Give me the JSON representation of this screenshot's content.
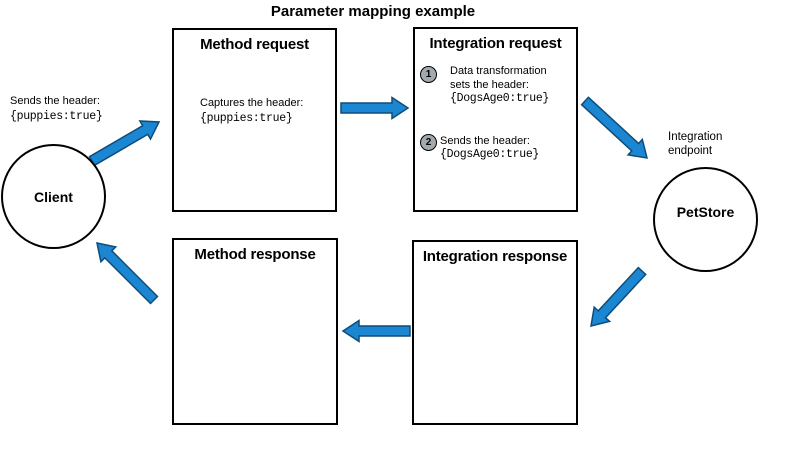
{
  "title": "Parameter mapping example",
  "client": {
    "label": "Client",
    "annotation_line1": "Sends the header:",
    "annotation_code": "{puppies:true}"
  },
  "boxes": {
    "method_request": {
      "title": "Method request",
      "body_line1": "Captures the header:",
      "body_code": "{puppies:true}"
    },
    "integration_request": {
      "title": "Integration request",
      "steps": [
        {
          "number": "1",
          "lines": [
            "Data transformation",
            "sets the header:"
          ],
          "code": "{DogsAge0:true}"
        },
        {
          "number": "2",
          "lines": [
            "Sends the header:"
          ],
          "code": "{DogsAge0:true}"
        }
      ]
    },
    "method_response": {
      "title": "Method response"
    },
    "integration_response": {
      "title": "Integration response"
    }
  },
  "endpoint": {
    "label_line1": "Integration",
    "label_line2": "endpoint",
    "circle_label": "PetStore"
  },
  "colors": {
    "arrow_fill": "#1b87d3",
    "arrow_outline": "#0f4c79",
    "step_badge_fill": "#a2aaaf",
    "shape_outline": "#000000",
    "background": "#ffffff"
  }
}
